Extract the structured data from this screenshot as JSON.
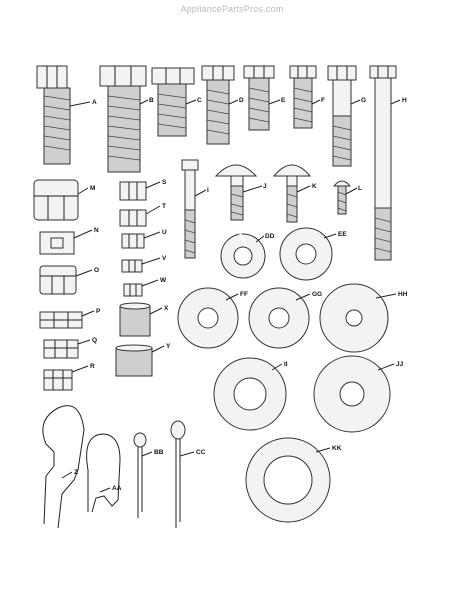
{
  "watermark": "AppliancePartsPros.com",
  "labels": {
    "A": "A",
    "B": "B",
    "C": "C",
    "D": "D",
    "E": "E",
    "F": "F",
    "G": "G",
    "H": "H",
    "I": "I",
    "J": "J",
    "K": "K",
    "L": "L",
    "M": "M",
    "N": "N",
    "O": "O",
    "P": "P",
    "Q": "Q",
    "R": "R",
    "S": "S",
    "T": "T",
    "U": "U",
    "V": "V",
    "W": "W",
    "X": "X",
    "Y": "Y",
    "Z": "Z",
    "AA": "AA",
    "BB": "BB",
    "CC": "CC",
    "DD": "DD",
    "EE": "EE",
    "FF": "FF",
    "GG": "GG",
    "HH": "HH",
    "II": "II",
    "JJ": "JJ",
    "KK": "KK"
  }
}
